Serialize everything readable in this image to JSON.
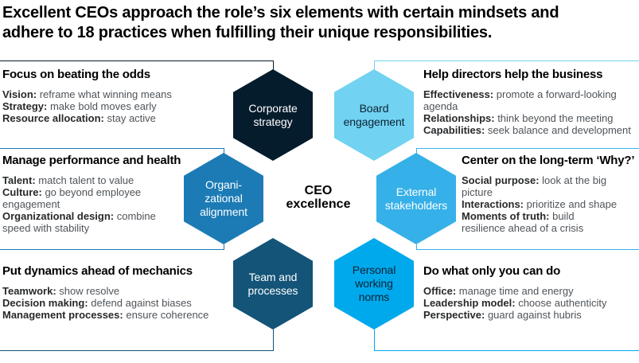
{
  "title_lines": [
    "Excellent CEOs approach the role’s six elements with certain mindsets and",
    "adhere to 18 practices when fulfilling their unique responsibilities."
  ],
  "center_label": {
    "lines": [
      "CEO",
      "excellence"
    ]
  },
  "hexagons": {
    "corporate_strategy": {
      "lines": [
        "Corporate",
        "strategy"
      ]
    },
    "board_engagement": {
      "lines": [
        "Board",
        "engagement"
      ]
    },
    "organizational_alignment": {
      "lines": [
        "Organi-",
        "zational",
        "alignment"
      ]
    },
    "external_stakeholders": {
      "lines": [
        "External",
        "stakeholders"
      ]
    },
    "team_processes": {
      "lines": [
        "Team and",
        "processes"
      ]
    },
    "personal_working_norms": {
      "lines": [
        "Personal",
        "working",
        "norms"
      ]
    }
  },
  "sections": {
    "focus_odds": {
      "heading": "Focus on beating the odds",
      "items": [
        {
          "label": "Vision:",
          "text": " reframe what winning means"
        },
        {
          "label": "Strategy:",
          "text": " make bold moves early"
        },
        {
          "label": "Resource allocation:",
          "text": " stay active"
        }
      ]
    },
    "help_directors": {
      "heading": "Help directors help the business",
      "items": [
        {
          "label": "Effectiveness:",
          "text": " promote a forward-looking\nagenda"
        },
        {
          "label": "Relationships:",
          "text": " think beyond the meeting"
        },
        {
          "label": "Capabilities:",
          "text": " seek balance and development"
        }
      ]
    },
    "manage_health": {
      "heading": "Manage performance and health",
      "items": [
        {
          "label": "Talent:",
          "text": " match talent to value"
        },
        {
          "label": "Culture:",
          "text": " go beyond employee\nengagement"
        },
        {
          "label": "Organizational design:",
          "text": " combine\nspeed with stability"
        }
      ]
    },
    "center_why": {
      "heading": "Center on the long-term ‘Why?’",
      "items": [
        {
          "label": "Social purpose:",
          "text": " look at the big\npicture"
        },
        {
          "label": "Interactions:",
          "text": " prioritize and shape"
        },
        {
          "label": "Moments of truth:",
          "text": " build\nresilience ahead of a crisis"
        }
      ]
    },
    "put_dynamics": {
      "heading": "Put dynamics ahead of mechanics",
      "items": [
        {
          "label": "Teamwork:",
          "text": " show resolve"
        },
        {
          "label": "Decision making:",
          "text": " defend against biases"
        },
        {
          "label": "Management processes:",
          "text": " ensure coherence"
        }
      ]
    },
    "do_what": {
      "heading": "Do what only you can do",
      "items": [
        {
          "label": "Office:",
          "text": " manage time and energy"
        },
        {
          "label": "Leadership model:",
          "text": " choose authenticity"
        },
        {
          "label": "Perspective:",
          "text": " guard against hubris"
        }
      ]
    }
  },
  "colors": {
    "deep_navy": "#051c2c",
    "light_blue": "#71d2f1",
    "medium_blue": "#1c7bb5",
    "sky_blue": "#36b0e8",
    "steel_blue": "#135478",
    "bright_blue": "#00a8ec",
    "text_dark": "#0b2333",
    "text_light": "#ffffff"
  }
}
